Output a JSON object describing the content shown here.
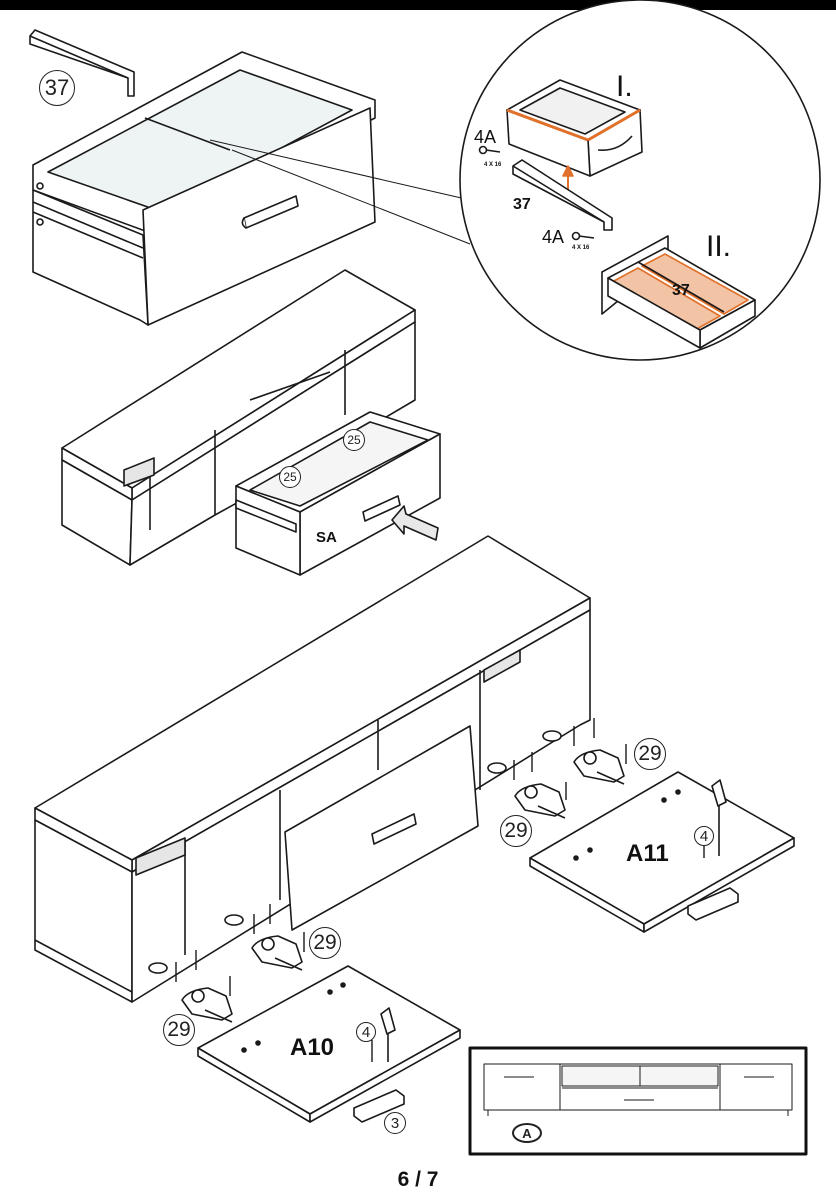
{
  "page": {
    "number": "6 / 7"
  },
  "parts": {
    "bracket": "37",
    "screw_4a": "4A",
    "screw_size": "4 X 16",
    "rail_screw": "25",
    "drawer": "SA",
    "hinge": "29",
    "hinge_screw": "4",
    "door_left": "A10",
    "door_right": "A11",
    "handle": "3",
    "variant": "A"
  },
  "steps": {
    "step_one": "I.",
    "step_two": "II."
  },
  "colors": {
    "line": "#1a1a1a",
    "highlight": "#e0702a",
    "fill": "#ffffff",
    "shade": "#e8e8e8"
  }
}
